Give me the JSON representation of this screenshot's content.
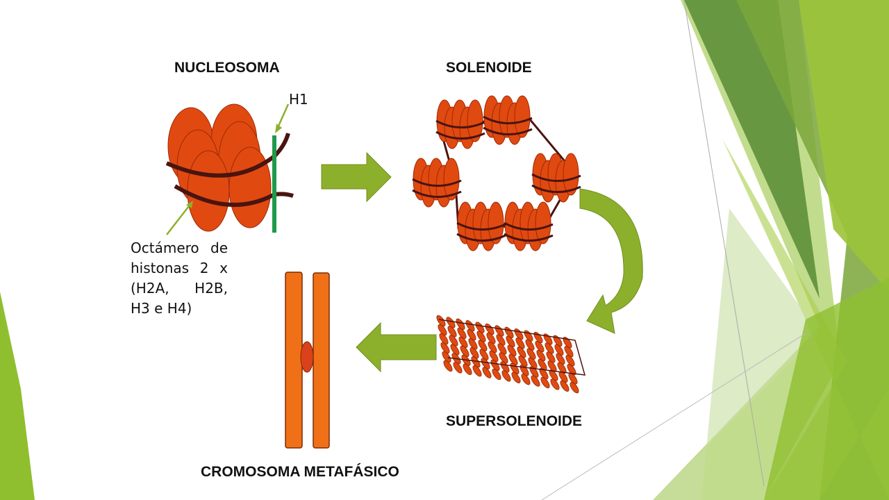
{
  "labels": {
    "nucleosome": "NUCLEOSOMA",
    "solenoid": "SOLENOIDE",
    "supersolenoid": "SUPERSOLENOIDE",
    "chromosome": "CROMOSOMA METAFÁSICO",
    "h1": "H1"
  },
  "octamer_note": {
    "line1_word1": "Octámero",
    "line1_word2": "de",
    "line2_word1": "histonas",
    "line2_word2": "2",
    "line2_word3": "x",
    "line3_word1": "(H2A,",
    "line3_word2": "H2B,",
    "line4": "H3 e H4)"
  },
  "colors": {
    "histone": "#e04a10",
    "dna": "#4a1410",
    "h1": "#1f9a4a",
    "arrow": "#8db02c",
    "chromatid": "#f07018",
    "bg_green_dark": "#5e8f3a",
    "bg_green_light": "#8fbf2f"
  }
}
